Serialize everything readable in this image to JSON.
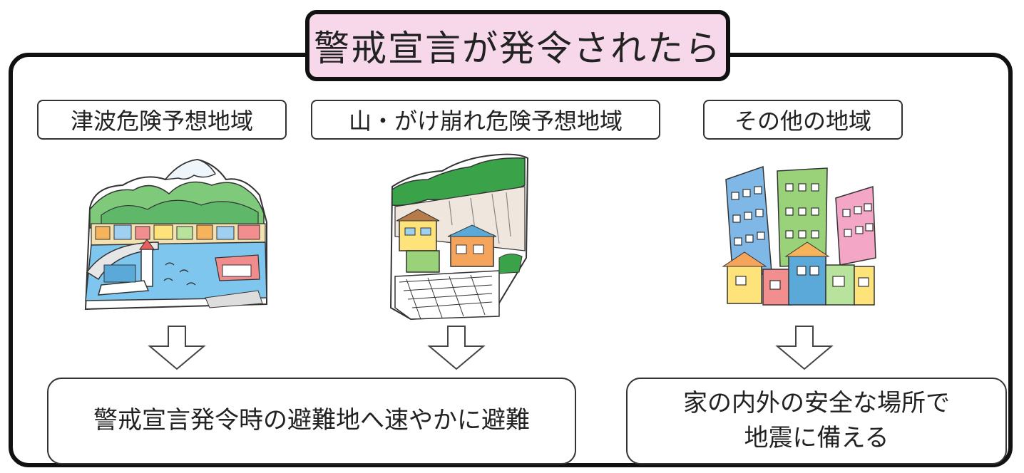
{
  "title": "警戒宣言が発令されたら",
  "regions": [
    {
      "label": "津波危険予想地域",
      "illustration": "harbor-town-illustration"
    },
    {
      "label": "山・がけ崩れ危険予想地域",
      "illustration": "cliff-houses-illustration"
    },
    {
      "label": "その他の地域",
      "illustration": "city-buildings-illustration"
    }
  ],
  "actions": {
    "evacuate": {
      "line1": "警戒宣言発令時の避難地へ速やかに避難"
    },
    "shelter": {
      "line1": "家の内外の安全な場所で",
      "line2": "地震に備える"
    }
  },
  "icons": [
    "down-arrow-icon"
  ],
  "colors": {
    "title_fill": "#f6d8ea",
    "frame": "#111111"
  }
}
